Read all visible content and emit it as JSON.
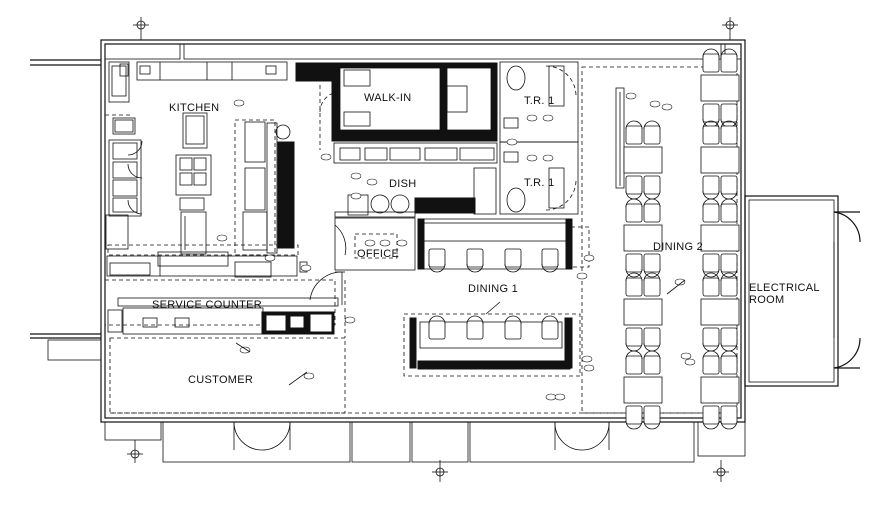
{
  "plan": {
    "rooms": [
      {
        "key": "kitchen",
        "label": "KITCHEN"
      },
      {
        "key": "walkin",
        "label": "WALK-IN"
      },
      {
        "key": "tr1",
        "label": "T.R. 1"
      },
      {
        "key": "tr2",
        "label": "T.R. 1"
      },
      {
        "key": "dish",
        "label": "DISH"
      },
      {
        "key": "office",
        "label": "OFFICE"
      },
      {
        "key": "dining1",
        "label": "DINING 1"
      },
      {
        "key": "dining2",
        "label": "DINING 2"
      },
      {
        "key": "service_counter",
        "label": "SERVICE COUNTER"
      },
      {
        "key": "customer",
        "label": "CUSTOMER"
      },
      {
        "key": "electrical_l1",
        "label": "ELECTRICAL"
      },
      {
        "key": "electrical_l2",
        "label": "ROOM"
      }
    ]
  }
}
